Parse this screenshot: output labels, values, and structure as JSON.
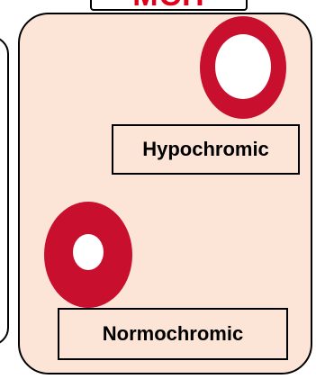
{
  "header": {
    "fragment_text": "MCH"
  },
  "panel": {
    "labels": {
      "hypochromic": "Hypochromic",
      "normochromic": "Normochromic"
    }
  },
  "colors": {
    "panel_background": "#fce5d6",
    "cell_rim": "#c8102e",
    "cell_center": "#ffffff",
    "header_text": "#e0001b"
  }
}
